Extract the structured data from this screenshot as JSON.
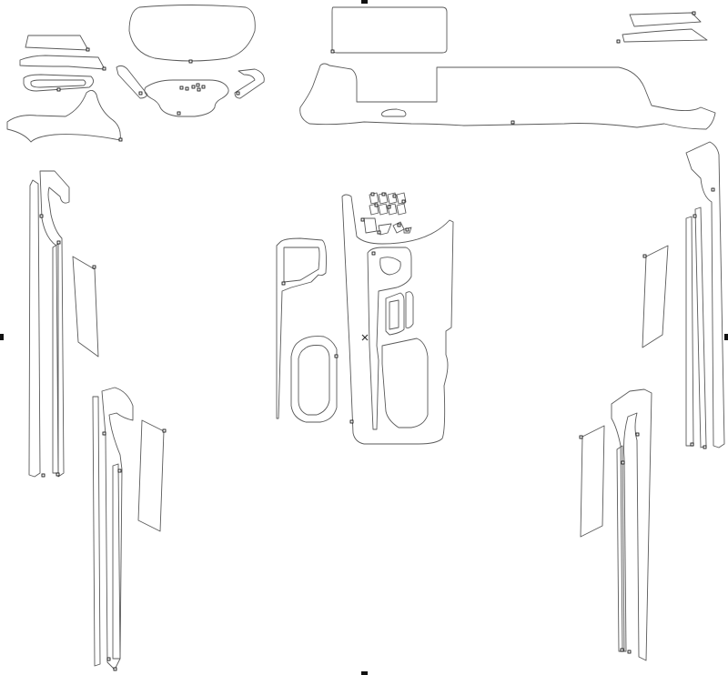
{
  "document": {
    "kind": "interior protective film cut layout",
    "selection_handles": [
      "top",
      "bottom",
      "left",
      "right"
    ],
    "center_marker_icon": "x-cross-icon",
    "colors": {
      "outline": "#5a5a5a",
      "node": "#000000",
      "background": "#ffffff"
    }
  }
}
